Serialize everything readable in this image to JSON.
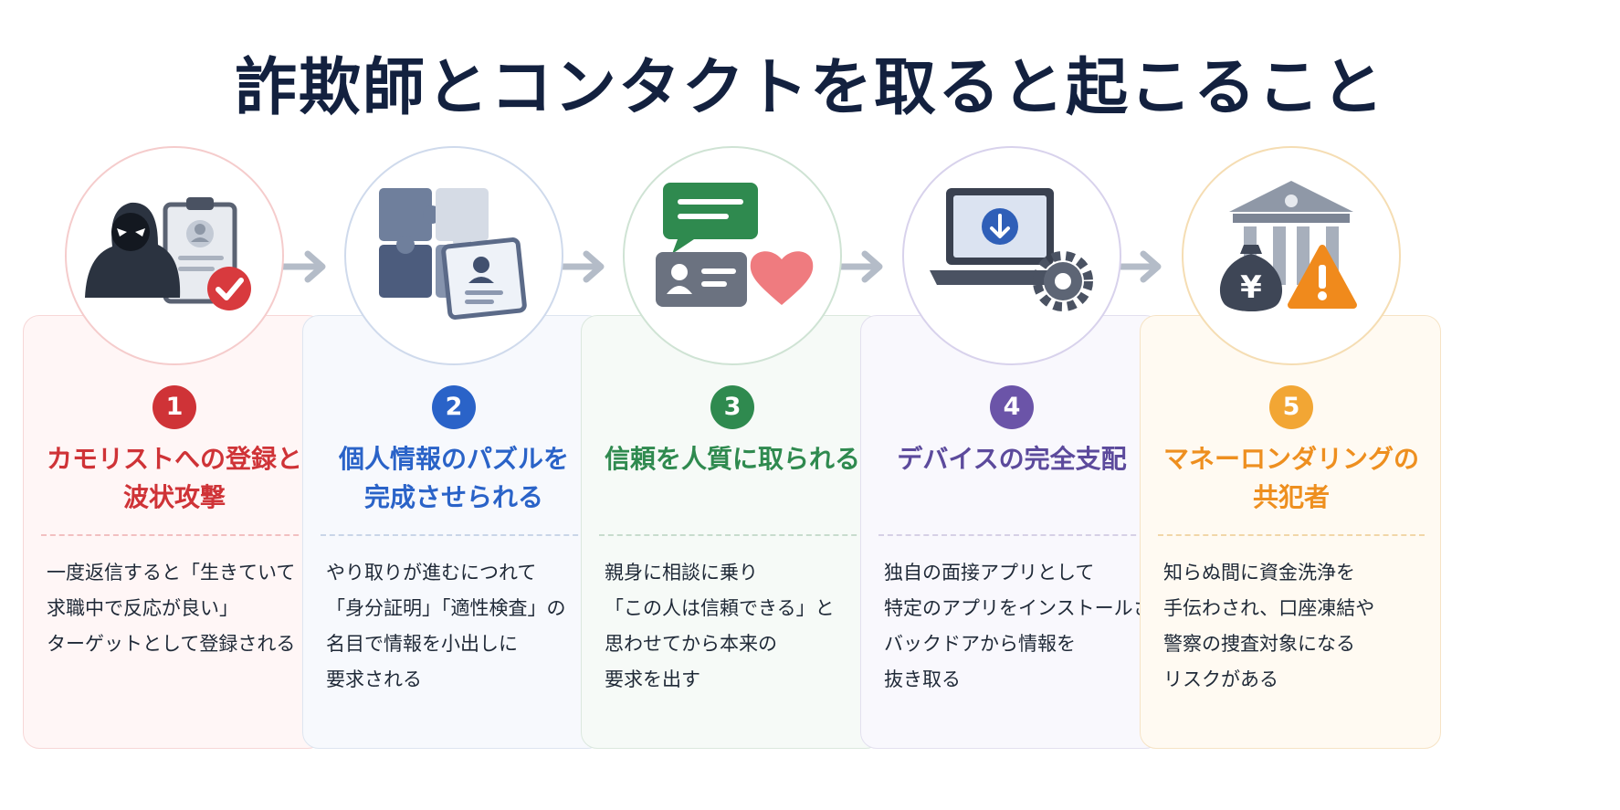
{
  "title": "詐欺師とコンタクトを取ると起こること",
  "steps": [
    {
      "number": "1",
      "heading": [
        "カモリストへの登録と",
        "波状攻撃"
      ],
      "desc": [
        "一度返信すると「生きていて",
        "求職中で反応が良い」",
        "ターゲットとして登録される"
      ],
      "accent": "#cf3337"
    },
    {
      "number": "2",
      "heading": [
        "個人情報のパズルを",
        "完成させられる"
      ],
      "desc": [
        "やり取りが進むにつれて",
        "「身分証明」「適性検査」の",
        "名目で情報を小出しに",
        "要求される"
      ],
      "accent": "#2a63c8"
    },
    {
      "number": "3",
      "heading": [
        "信頼を人質に取られる"
      ],
      "desc": [
        "親身に相談に乗り",
        "「この人は信頼できる」と",
        "思わせてから本来の",
        "要求を出す"
      ],
      "accent": "#2f8a4f"
    },
    {
      "number": "4",
      "heading": [
        "デバイスの完全支配"
      ],
      "desc": [
        "独自の面接アプリとして",
        "特定のアプリをインストールさせ、",
        "バックドアから情報を",
        "抜き取る"
      ],
      "accent": "#5c4a9c"
    },
    {
      "number": "5",
      "heading": [
        "マネーロンダリングの",
        "共犯者"
      ],
      "desc": [
        "知らぬ間に資金洗浄を",
        "手伝わされ、口座凍結や",
        "警察の捜査対象になる",
        "リスクがある"
      ],
      "accent": "#ee8f1f"
    }
  ],
  "icons": {
    "step1": [
      "hooded-scammer-icon",
      "clipboard-profile-icon",
      "checkmark-badge-icon"
    ],
    "step2": [
      "puzzle-pieces-icon",
      "id-card-icon"
    ],
    "step3": [
      "chat-bubble-icon",
      "contact-card-icon",
      "heart-icon"
    ],
    "step4": [
      "laptop-icon",
      "download-icon",
      "gear-icon"
    ],
    "step5": [
      "bank-icon",
      "money-bag-icon",
      "yen-icon",
      "warning-icon"
    ],
    "connector": "arrow-right-icon"
  }
}
